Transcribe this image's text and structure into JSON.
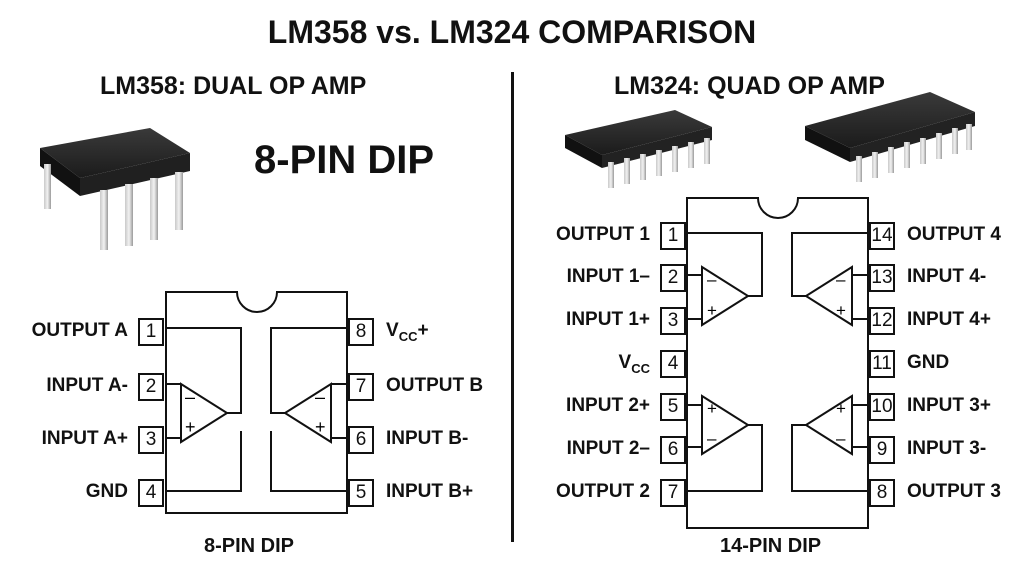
{
  "title": "LM358 vs. LM324 COMPARISON",
  "left": {
    "heading": "LM358: DUAL OP AMP",
    "package_label": "8-PIN DIP",
    "caption": "8-PIN DIP",
    "pins_left": [
      {
        "num": "1",
        "label": "OUTPUT A"
      },
      {
        "num": "2",
        "label": "INPUT A-"
      },
      {
        "num": "3",
        "label": "INPUT A+"
      },
      {
        "num": "4",
        "label": "GND"
      }
    ],
    "pins_right": [
      {
        "num": "8",
        "label": "V",
        "sub": "CC",
        "suffix": "+"
      },
      {
        "num": "7",
        "label": "OUTPUT B"
      },
      {
        "num": "6",
        "label": "INPUT B-"
      },
      {
        "num": "5",
        "label": "INPUT B+"
      }
    ]
  },
  "right": {
    "heading": "LM324: QUAD OP AMP",
    "caption": "14-PIN DIP",
    "pins_left": [
      {
        "num": "1",
        "label": "OUTPUT 1"
      },
      {
        "num": "2",
        "label": "INPUT 1–"
      },
      {
        "num": "3",
        "label": "INPUT 1+"
      },
      {
        "num": "4",
        "label": "V",
        "sub": "CC",
        "suffix": ""
      },
      {
        "num": "5",
        "label": "INPUT 2+"
      },
      {
        "num": "6",
        "label": "INPUT 2–"
      },
      {
        "num": "7",
        "label": "OUTPUT 2"
      }
    ],
    "pins_right": [
      {
        "num": "14",
        "label": "OUTPUT 4"
      },
      {
        "num": "13",
        "label": "INPUT 4-"
      },
      {
        "num": "12",
        "label": "INPUT 4+"
      },
      {
        "num": "11",
        "label": "GND"
      },
      {
        "num": "10",
        "label": "INPUT 3+"
      },
      {
        "num": "9",
        "label": "INPUT 3-"
      },
      {
        "num": "8",
        "label": "OUTPUT 3"
      }
    ]
  },
  "symbols": {
    "minus": "–",
    "plus": "+"
  }
}
